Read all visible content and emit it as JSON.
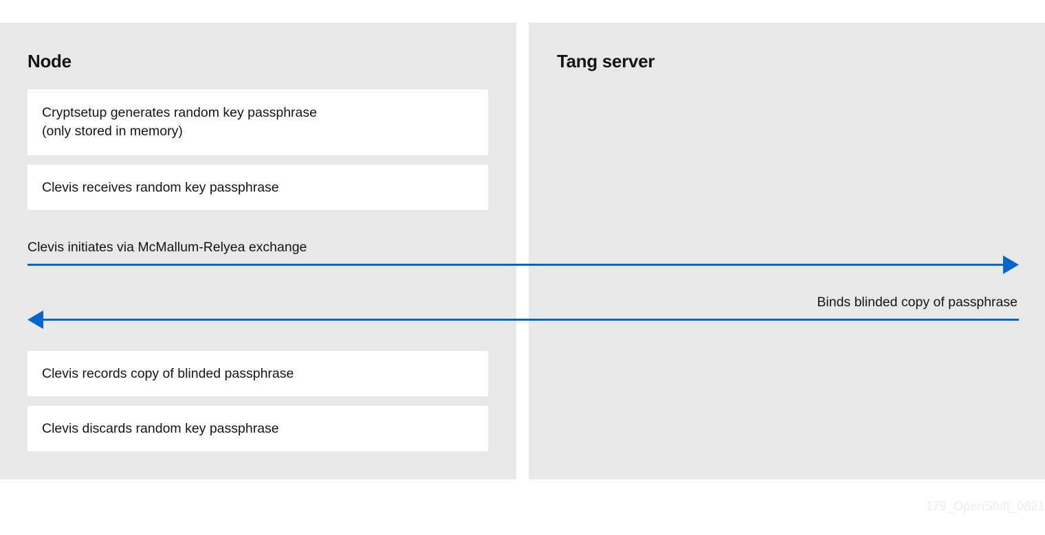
{
  "colors": {
    "page_background": "#ffffff",
    "panel_background": "#e8e8e8",
    "box_background": "#ffffff",
    "text": "#151515",
    "arrow_blue": "#0066cc",
    "watermark": "#ededed"
  },
  "panels": {
    "left": {
      "title": "Node",
      "steps": [
        {
          "text": "Cryptsetup generates random key passphrase\n(only stored in memory)"
        },
        {
          "text": "Clevis receives random key passphrase"
        },
        {
          "text": "Clevis records copy of blinded passphrase"
        },
        {
          "text": "Clevis discards random key passphrase"
        }
      ]
    },
    "right": {
      "title": "Tang server",
      "steps": []
    }
  },
  "arrows": [
    {
      "label": "Clevis initiates via McMallum-Relyea exchange",
      "direction": "left-to-right",
      "align": "left",
      "color": "#0066cc"
    },
    {
      "label": "Binds blinded copy of passphrase",
      "direction": "right-to-left",
      "align": "right",
      "color": "#0066cc"
    }
  ],
  "watermark": "179_OpenShift_0821"
}
